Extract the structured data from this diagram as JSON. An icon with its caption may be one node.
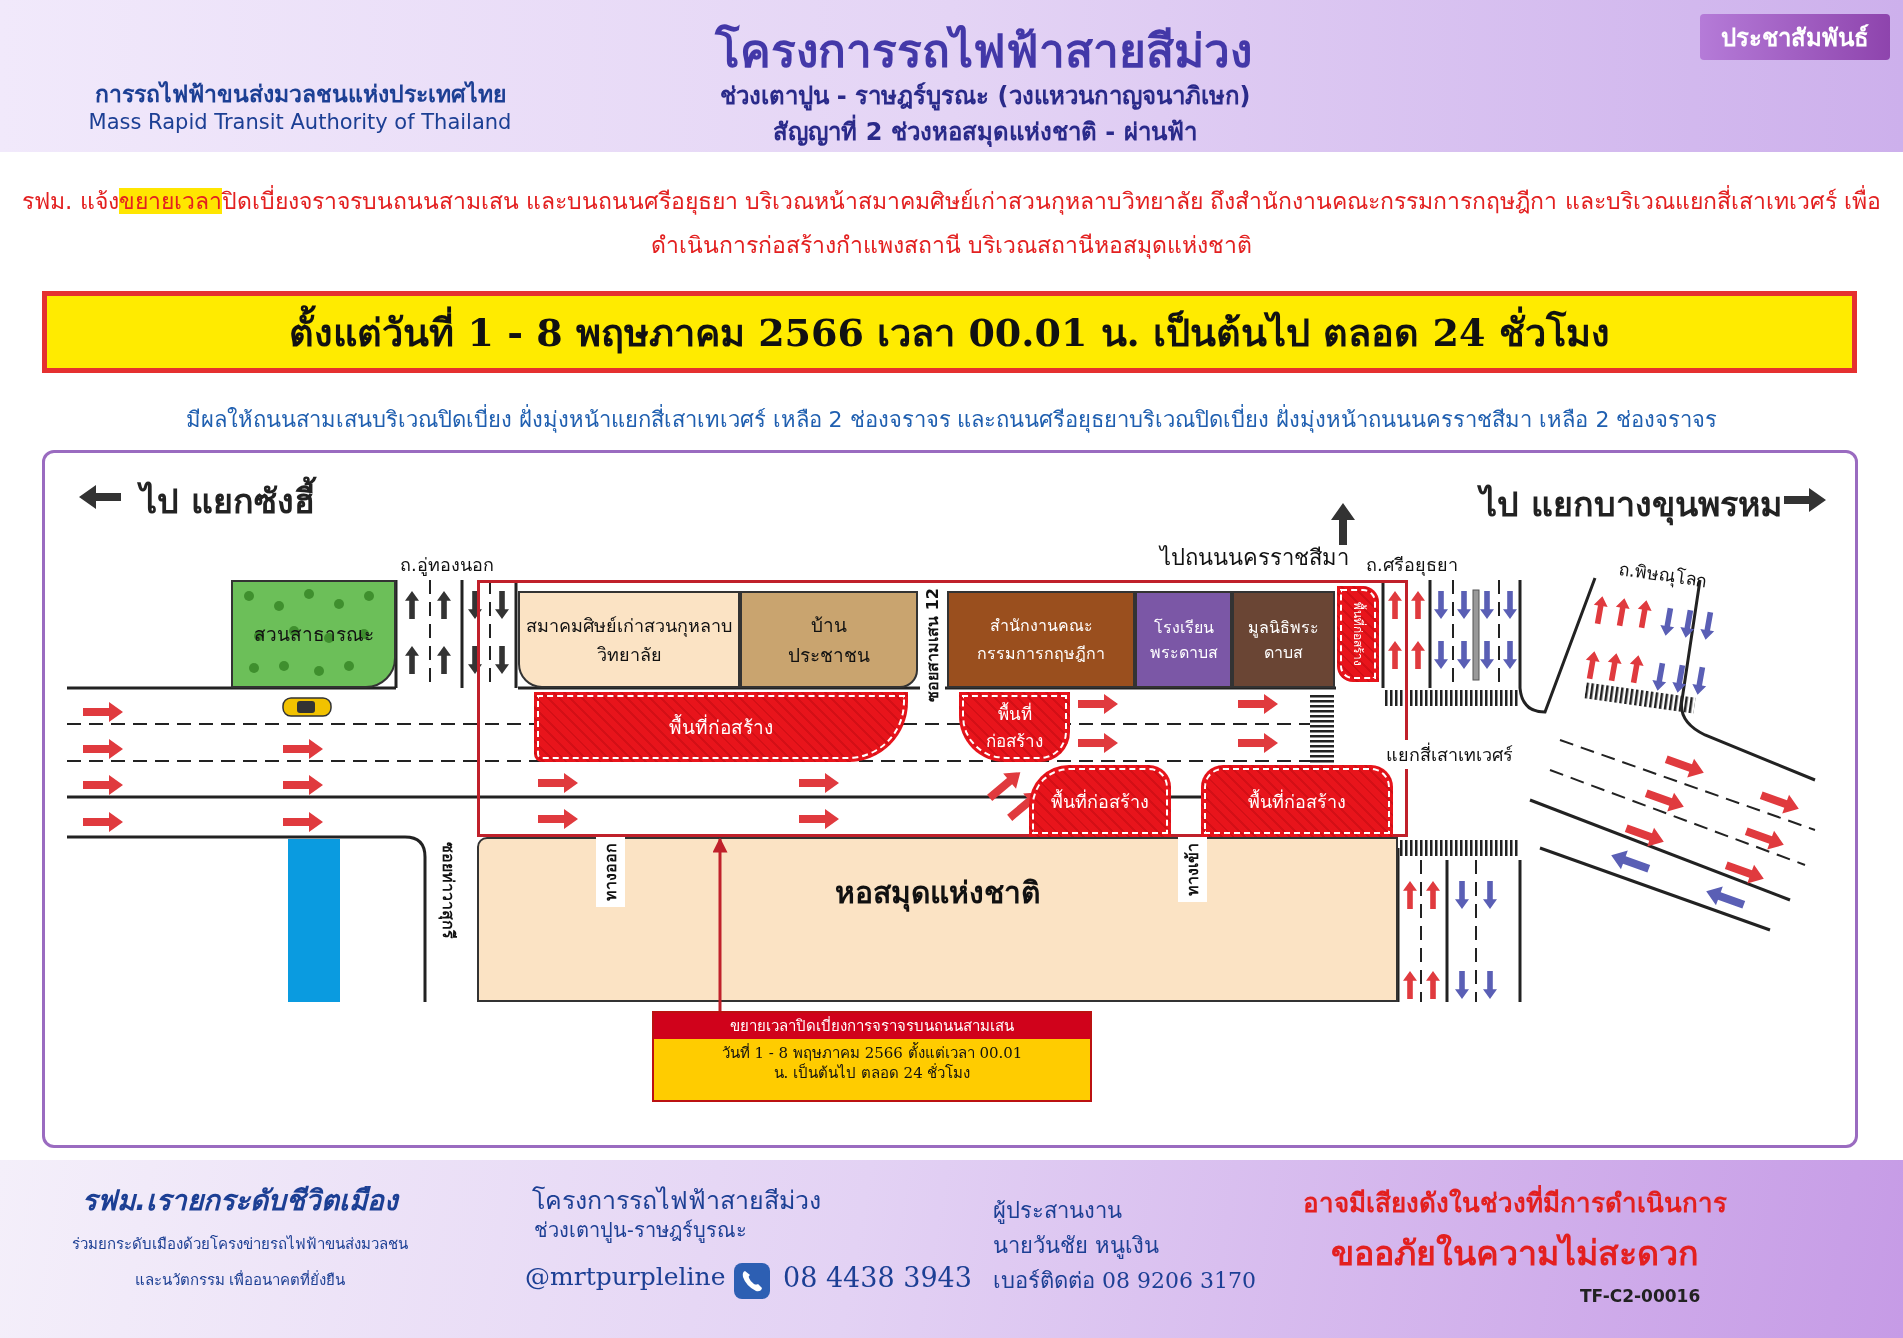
{
  "diagram": {
    "title": "โครงการรถไฟฟ้าสายสีม่วง",
    "nodes": [
      {
        "text": [
          "ประชาสัมพันธ์"
        ]
      },
      {
        "text": [
          "ตั้งแต่วันที่ 1 - 8 พฤษภาคม 2566 เวลา 00.01 น. เป็นต้นไป ตลอด 24 ชั่วโมง"
        ]
      },
      {
        "text": [
          "สวนสาธารณะ"
        ]
      },
      {
        "text": [],
        "shape": "box"
      },
      {
        "text": [
          "สมาคมศิษย์เก่าสวนกุหลาบวิทยาลัย"
        ],
        "in": 3
      },
      {
        "text": [
          "บ้านประชาชน"
        ],
        "in": 3
      },
      {
        "text": [
          "สำนักงานคณะกรรมการกฤษฎีกา"
        ],
        "in": 3
      },
      {
        "text": [
          "โรงเรียนพระดาบส"
        ],
        "in": 3
      },
      {
        "text": [
          "มูลนิธิพระดาบส"
        ],
        "in": 3
      },
      {
        "text": [
          "พื้นที่ก่อสร้าง"
        ],
        "in": 3
      },
      {
        "text": [
          "พื้นที่ก่อสร้าง"
        ],
        "in": 3
      },
      {
        "text": [
          "พื้นที่ก่อสร้าง"
        ],
        "in": 3
      },
      {
        "text": [
          "พื้นที่ก่อสร้าง"
        ],
        "in": 3
      },
      {
        "text": [
          "พื้นที่ก่อสร้าง"
        ],
        "in": 3
      },
      {
        "text": [
          "หอสมุดแห่งชาติ"
        ]
      },
      {
        "text": [
          "ขยายเวลาปิดเบี่ยงการจราจรบนถนนสามเสน",
          "วันที่ 1 - 8 พฤษภาคม 2566 ตั้งแต่เวลา 00.01 น. เป็นต้นไป ตลอด 24 ชั่วโมง"
        ]
      }
    ],
    "edges": [
      {
        "from": 15,
        "to": 3,
        "arrow": "to"
      }
    ],
    "labels": [
      "การรถไฟฟ้าขนส่งมวลชนแห่งประเทศไทย",
      "Mass Rapid Transit Authority of Thailand",
      "ช่วงเตาปูน - ราษฎร์บูรณะ (วงแหวนกาญจนาภิเษก)",
      "สัญญาที่ 2 ช่วงหอสมุดแห่งชาติ - ผ่านฟ้า",
      "รฟม. แจ้ง**ขยายเวลา**ปิดเบี่ยงจราจรบนถนนสามเสน และบนถนนศรีอยุธยา บริเวณหน้าสมาคมศิษย์เก่าสวนกุหลาบวิทยาลัย ถึงสำนักงานคณะกรรมการกฤษฎีกา และบริเวณแยกสี่เสาเทเวศร์ เพื่อดำเนินการก่อสร้างกำแพงสถานี บริเวณสถานีหอสมุดแห่งชาติ",
      "มีผลให้ถนนสามเสนบริเวณปิดเบี่ยง ฝั่งมุ่งหน้าแยกสี่เสาเทเวศร์ เหลือ 2 ช่องจราจร และถนนศรีอยุธยาบริเวณปิดเบี่ยง ฝั่งมุ่งหน้าถนนนครราชสีมา เหลือ 2 ช่องจราจร",
      "ไป แยกซังฮี้",
      "ไป แยกบางขุนพรหม",
      "ไปถนนนครราชสีมา",
      "ถ.อู่ทองนอก",
      "ถ.ศรีอยุธยา",
      "ถ.พิษณุโลก",
      "ซอยสามเสน 12",
      "แยกสี่เสาเทเวศร์",
      "ซอยท่าวาสุกรี",
      "ทางออก",
      "ทางเข้า",
      "รฟม.เรายกระดับชีวิตเมือง",
      "ร่วมยกระดับเมืองด้วยโครงข่ายรถไฟฟ้าขนส่งมวลชน และนวัตกรรม เพื่ออนาคตที่ยั่งยืน",
      "โครงการรถไฟฟ้าสายสีม่วง",
      "ช่วงเตาปูน-ราษฎร์บูรณะ",
      "@mrtpurpleline",
      "08 4438 3943",
      "ผู้ประสานงาน",
      "นายวันชัย หนูเงิน",
      "เบอร์ติดต่อ 08 9206 3170",
      "อาจมีเสียงดังในช่วงที่มีการดำเนินการ",
      "ขออภัยในความไม่สะดวก",
      "TF-C2-00016"
    ]
  }
}
